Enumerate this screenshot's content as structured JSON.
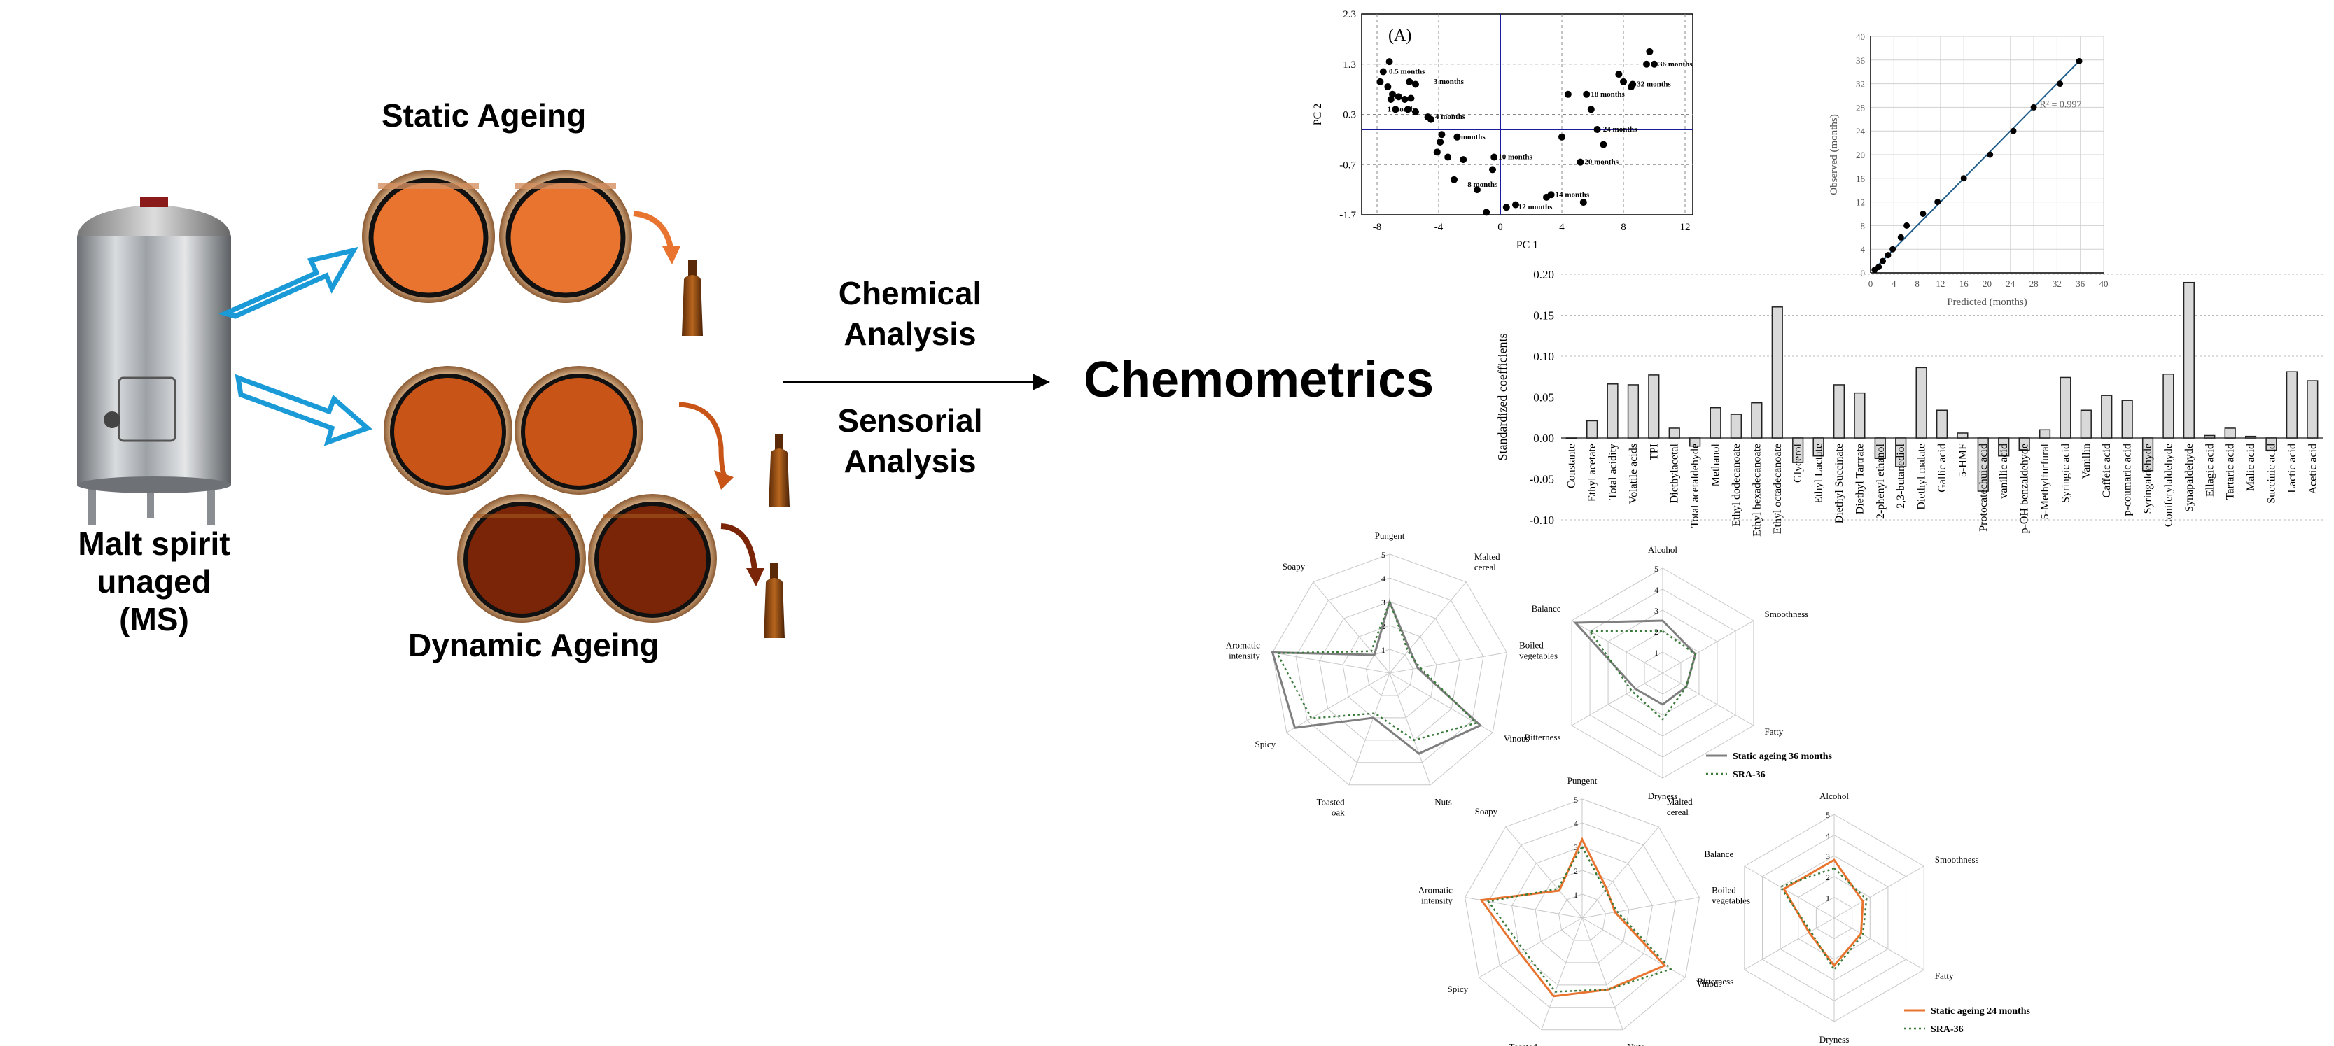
{
  "labels": {
    "static_ageing": "Static Ageing",
    "dynamic_ageing": "Dynamic Ageing",
    "malt_spirit": [
      "Malt spirit",
      "unaged",
      "(MS)"
    ],
    "chemical_analysis": [
      "Chemical",
      "Analysis"
    ],
    "sensorial_analysis": [
      "Sensorial",
      "Analysis"
    ],
    "chemometrics": "Chemometrics"
  },
  "colors": {
    "arrow_blue": "#1a9ad6",
    "static_liquid": "#e8742f",
    "dynamic_liquid_1": "#c85418",
    "dynamic_liquid_2": "#7a2507",
    "barrel_rim": "#c89a6c",
    "pca_line": "#1a1aa0",
    "regression_line": "#1f5c8a",
    "series_grey": "#7f7f7f",
    "series_green": "#3a7a3a",
    "series_orange": "#e8742f"
  },
  "chart_data": [
    {
      "type": "scatter",
      "panel_label": "(A)",
      "xlabel": "PC 1",
      "ylabel": "PC 2",
      "xlim": [
        -9,
        12.5
      ],
      "ylim": [
        -1.7,
        2.3
      ],
      "x_ticks": [
        "-8",
        "-4",
        "0",
        "4",
        "8",
        "12"
      ],
      "y_ticks": [
        "2.3",
        "1.3",
        "0.3",
        "-0.7",
        "-1.7"
      ],
      "x_tick_values": [
        -8,
        -4,
        0,
        4,
        8,
        12
      ],
      "y_tick_values": [
        2.3,
        1.3,
        0.3,
        -0.7,
        -1.7
      ],
      "points": [
        [
          -7.6,
          1.15
        ],
        [
          -7.8,
          0.95
        ],
        [
          -7.3,
          0.85
        ],
        [
          -7.0,
          0.7
        ],
        [
          -7.1,
          0.6
        ],
        [
          -6.6,
          0.65
        ],
        [
          -6.2,
          0.6
        ],
        [
          -5.8,
          0.62
        ],
        [
          -5.9,
          0.95
        ],
        [
          -5.5,
          0.9
        ],
        [
          -6.0,
          0.4
        ],
        [
          -5.5,
          0.35
        ],
        [
          -6.8,
          0.4
        ],
        [
          -4.7,
          0.25
        ],
        [
          -4.5,
          0.2
        ],
        [
          -3.8,
          -0.1
        ],
        [
          -3.9,
          -0.25
        ],
        [
          -2.8,
          -0.15
        ],
        [
          -4.1,
          -0.45
        ],
        [
          -3.4,
          -0.55
        ],
        [
          -2.4,
          -0.6
        ],
        [
          -0.4,
          -0.55
        ],
        [
          -0.5,
          -0.8
        ],
        [
          -3.0,
          -1.0
        ],
        [
          -1.5,
          -1.2
        ],
        [
          -0.9,
          -1.65
        ],
        [
          0.4,
          -1.55
        ],
        [
          1.0,
          -1.5
        ],
        [
          3.0,
          -1.35
        ],
        [
          3.3,
          -1.3
        ],
        [
          5.4,
          -1.45
        ],
        [
          5.2,
          -0.65
        ],
        [
          4.0,
          -0.15
        ],
        [
          4.4,
          0.7
        ],
        [
          5.6,
          0.7
        ],
        [
          5.9,
          0.4
        ],
        [
          6.3,
          0.0
        ],
        [
          6.7,
          -0.3
        ],
        [
          7.7,
          1.1
        ],
        [
          8.0,
          0.95
        ],
        [
          8.5,
          0.85
        ],
        [
          8.6,
          0.9
        ],
        [
          9.5,
          1.3
        ],
        [
          9.7,
          1.55
        ],
        [
          10.0,
          1.3
        ],
        [
          -7.2,
          1.35
        ]
      ],
      "annotations": [
        {
          "text": "0.5 months",
          "x": -7.5,
          "y": 1.15
        },
        {
          "text": "3 months",
          "x": -4.6,
          "y": 0.95
        },
        {
          "text": "1 month",
          "x": -7.6,
          "y": 0.4
        },
        {
          "text": "4 months",
          "x": -4.5,
          "y": 0.25
        },
        {
          "text": "6 months",
          "x": -3.2,
          "y": -0.15
        },
        {
          "text": "10 months",
          "x": -0.4,
          "y": -0.55
        },
        {
          "text": "8 months",
          "x": -2.4,
          "y": -1.1
        },
        {
          "text": "12 months",
          "x": 0.9,
          "y": -1.55
        },
        {
          "text": "14 months",
          "x": 3.3,
          "y": -1.3
        },
        {
          "text": "18 months",
          "x": 5.6,
          "y": 0.7
        },
        {
          "text": "24 months",
          "x": 6.4,
          "y": 0.0
        },
        {
          "text": "20 months",
          "x": 5.2,
          "y": -0.65
        },
        {
          "text": "32 months",
          "x": 8.6,
          "y": 0.9
        },
        {
          "text": "36 months",
          "x": 10.0,
          "y": 1.3
        }
      ]
    },
    {
      "type": "scatter",
      "xlabel": "Predicted (months)",
      "ylabel": "Observed (months)",
      "xlim": [
        0,
        40
      ],
      "ylim": [
        0,
        40
      ],
      "x_ticks": [
        "0",
        "4",
        "8",
        "12",
        "16",
        "20",
        "24",
        "28",
        "32",
        "36",
        "40"
      ],
      "y_ticks": [
        "0",
        "4",
        "8",
        "12",
        "16",
        "20",
        "24",
        "28",
        "32",
        "36",
        "40"
      ],
      "annotation": "R² = 0.997",
      "points": [
        [
          0.7,
          0.5
        ],
        [
          1.4,
          1.0
        ],
        [
          2.1,
          2.0
        ],
        [
          3.0,
          3.0
        ],
        [
          3.8,
          4.0
        ],
        [
          5.2,
          6.0
        ],
        [
          6.2,
          8.0
        ],
        [
          9.0,
          10.0
        ],
        [
          11.5,
          12.0
        ],
        [
          16.0,
          16.0
        ],
        [
          20.5,
          20.0
        ],
        [
          24.5,
          24.0
        ],
        [
          28.0,
          28.0
        ],
        [
          32.5,
          32.0
        ],
        [
          35.8,
          35.8
        ]
      ],
      "fit_line": [
        [
          0.5,
          0.5
        ],
        [
          36,
          36
        ]
      ]
    },
    {
      "type": "bar",
      "ylabel": "Standardized coefficients",
      "ylim": [
        -0.1,
        0.2
      ],
      "y_ticks": [
        "0.20",
        "0.15",
        "0.10",
        "0.05",
        "0.00",
        "-0.05",
        "-0.10"
      ],
      "y_tick_values": [
        0.2,
        0.15,
        0.1,
        0.05,
        0.0,
        -0.05,
        -0.1
      ],
      "categories": [
        "Constante",
        "Ethyl acetate",
        "Total acidity",
        "Volatile acids",
        "TPI",
        "Diethylacetal",
        "Total acetaldehyde",
        "Methanol",
        "Ethyl dodecanoate",
        "Ethyl hexadecanoate",
        "Ethyl octadecanoate",
        "Glycerol",
        "Ethyl Lactate",
        "Diethyl Succinate",
        "Diethyl Tartrate",
        "2-phenyl ethanol",
        "2,3-butanediol",
        "Diethyl malate",
        "Gallic acid",
        "5-HMF",
        "Protocatechuic acid",
        "vanillic acid",
        "p-OH benzaldehyde",
        "5-Methylfurfural",
        "Syringic acid",
        "Vanillin",
        "Caffeic acid",
        "p-coumaric acid",
        "Syringaldehyde",
        "Coniferylaldehyde",
        "Synapaldehyde",
        "Ellagic acid",
        "Tartaric acid",
        "Malic acid",
        "Succinic acid",
        "Lactic acid",
        "Acetic acid"
      ],
      "values": [
        0.0,
        0.021,
        0.066,
        0.065,
        0.077,
        0.012,
        -0.01,
        0.037,
        0.029,
        0.043,
        0.16,
        -0.03,
        -0.022,
        0.065,
        0.055,
        -0.025,
        -0.035,
        0.086,
        0.034,
        0.006,
        -0.065,
        -0.022,
        -0.015,
        0.01,
        0.074,
        0.034,
        0.052,
        0.046,
        -0.04,
        0.078,
        0.19,
        0.003,
        0.012,
        0.002,
        -0.015,
        0.081,
        0.07
      ]
    },
    {
      "type": "radar",
      "scale_ticks": [
        "1",
        "2",
        "3",
        "4",
        "5"
      ],
      "axes": [
        "Pungent",
        "Malted cereal",
        "Boiled vegetables",
        "Vinous",
        "Nuts",
        "Toasted oak",
        "Spicy",
        "Aromatic intensity",
        "Soapy"
      ],
      "series": [
        {
          "name": "Static ageing 36 months",
          "values": [
            3.0,
            1.3,
            1.2,
            4.4,
            3.6,
            2.0,
            4.6,
            5.0,
            1.0
          ]
        },
        {
          "name": "SRA-36",
          "values": [
            3.0,
            1.2,
            1.3,
            4.2,
            3.0,
            1.8,
            3.8,
            4.8,
            1.2
          ]
        }
      ]
    },
    {
      "type": "radar",
      "scale_ticks": [
        "1",
        "2",
        "3",
        "4",
        "5"
      ],
      "axes": [
        "Alcohol",
        "Smoothness",
        "Fatty",
        "Dryness",
        "Bitterness",
        "Balance"
      ],
      "series": [
        {
          "name": "Static ageing 36 months",
          "values": [
            2.5,
            1.8,
            1.3,
            1.5,
            1.5,
            4.8
          ]
        },
        {
          "name": "SRA-36",
          "values": [
            2.0,
            1.8,
            1.3,
            2.2,
            1.7,
            4.0
          ]
        }
      ]
    },
    {
      "type": "radar",
      "scale_ticks": [
        "1",
        "2",
        "3",
        "4",
        "5"
      ],
      "axes": [
        "Pungent",
        "Malted cereal",
        "Boiled vegetables",
        "Vinous",
        "Nuts",
        "Toasted oak",
        "Spicy",
        "Aromatic intensity",
        "Soapy"
      ],
      "series": [
        {
          "name": "Static ageing 24 months",
          "values": [
            3.3,
            1.6,
            1.4,
            4.0,
            3.2,
            3.5,
            3.0,
            4.3,
            1.5
          ]
        },
        {
          "name": "SRA-36",
          "values": [
            3.0,
            1.5,
            1.5,
            4.3,
            3.2,
            3.3,
            2.8,
            4.0,
            1.6
          ]
        }
      ]
    },
    {
      "type": "radar",
      "scale_ticks": [
        "1",
        "2",
        "3",
        "4",
        "5"
      ],
      "axes": [
        "Alcohol",
        "Smoothness",
        "Fatty",
        "Dryness",
        "Bitterness",
        "Balance"
      ],
      "series": [
        {
          "name": "Static ageing 24 months",
          "values": [
            2.8,
            1.6,
            1.5,
            2.3,
            1.4,
            2.8
          ]
        },
        {
          "name": "SRA-36",
          "values": [
            2.4,
            1.8,
            1.6,
            2.5,
            1.3,
            3.0
          ]
        }
      ]
    }
  ]
}
